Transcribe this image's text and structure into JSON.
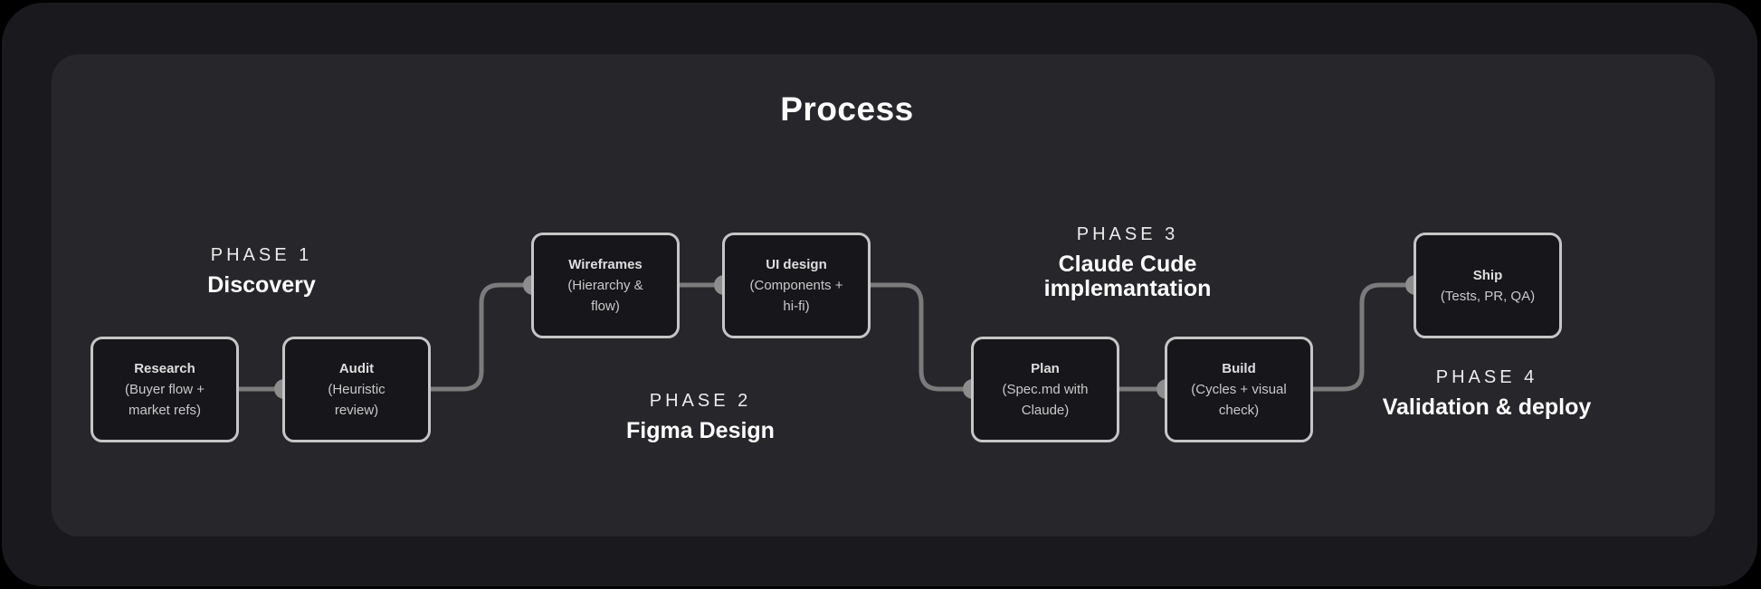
{
  "title": "Process",
  "palette": {
    "page_background": "#000000",
    "frame_background": "#1a1a1e",
    "panel_background": "#27272b",
    "node_fill": "#17171b",
    "node_border": "#c6c6c6",
    "connector": "#7b7b7b",
    "connector_dot": "#8d8d8d",
    "heading_text": "#ffffff"
  },
  "phases": [
    {
      "label": "PHASE 1",
      "name": "Discovery"
    },
    {
      "label": "PHASE 2",
      "name": "Figma Design"
    },
    {
      "label": "PHASE 3",
      "name": "Claude Cude implemantation"
    },
    {
      "label": "PHASE 4",
      "name": "Validation & deploy"
    }
  ],
  "nodes": [
    {
      "title": "Research",
      "lines": [
        "(Buyer flow +",
        "market refs)"
      ]
    },
    {
      "title": "Audit",
      "lines": [
        "(Heuristic",
        "review)"
      ]
    },
    {
      "title": "Wireframes",
      "lines": [
        "(Hierarchy &",
        "flow)"
      ]
    },
    {
      "title": "UI design",
      "lines": [
        "(Components +",
        "hi-fi)"
      ]
    },
    {
      "title": "Plan",
      "lines": [
        "(Spec.md with",
        "Claude)"
      ]
    },
    {
      "title": "Build",
      "lines": [
        "(Cycles + visual",
        "check)"
      ]
    },
    {
      "title": "Ship",
      "lines": [
        "(Tests, PR, QA)"
      ]
    }
  ]
}
